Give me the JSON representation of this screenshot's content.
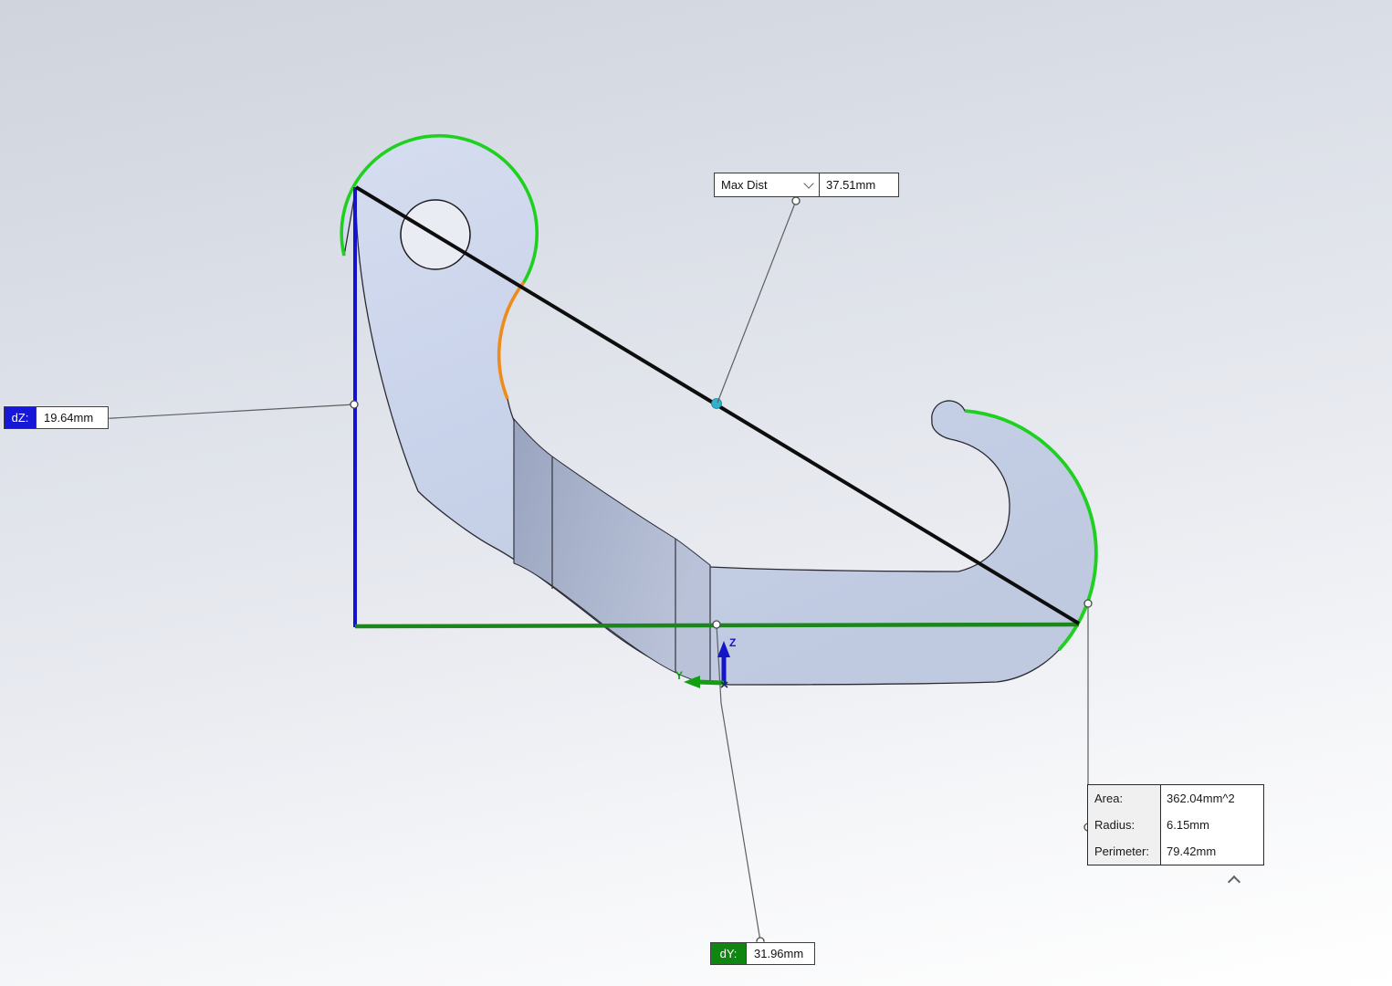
{
  "measure_tool": {
    "mode_selector": {
      "selected": "Max Dist",
      "value": "37.51mm"
    },
    "dz_callout": {
      "label": "dZ:",
      "value": "19.64mm"
    },
    "dy_callout": {
      "label": "dY:",
      "value": "31.96mm"
    },
    "edge_callout": {
      "rows": [
        {
          "label": "Area:",
          "value": "362.04mm^2"
        },
        {
          "label": "Radius:",
          "value": "6.15mm"
        },
        {
          "label": "Perimeter:",
          "value": "79.42mm"
        }
      ]
    }
  },
  "triad": {
    "y": "Y",
    "z": "Z"
  },
  "colors": {
    "selected_edge_green": "#1ed11e",
    "selected_edge_orange": "#ef8b1a",
    "measure_line_blue": "#1212cf",
    "measure_line_green": "#1c851c",
    "measure_line_black": "#0d0d0d",
    "midpoint_dot_cyan": "#2fb3cb",
    "dz_chip_bg": "#1717d8",
    "dy_chip_bg": "#0f860f",
    "part_face": "#c7d1e8",
    "leader_gray": "#5f5f5f"
  }
}
